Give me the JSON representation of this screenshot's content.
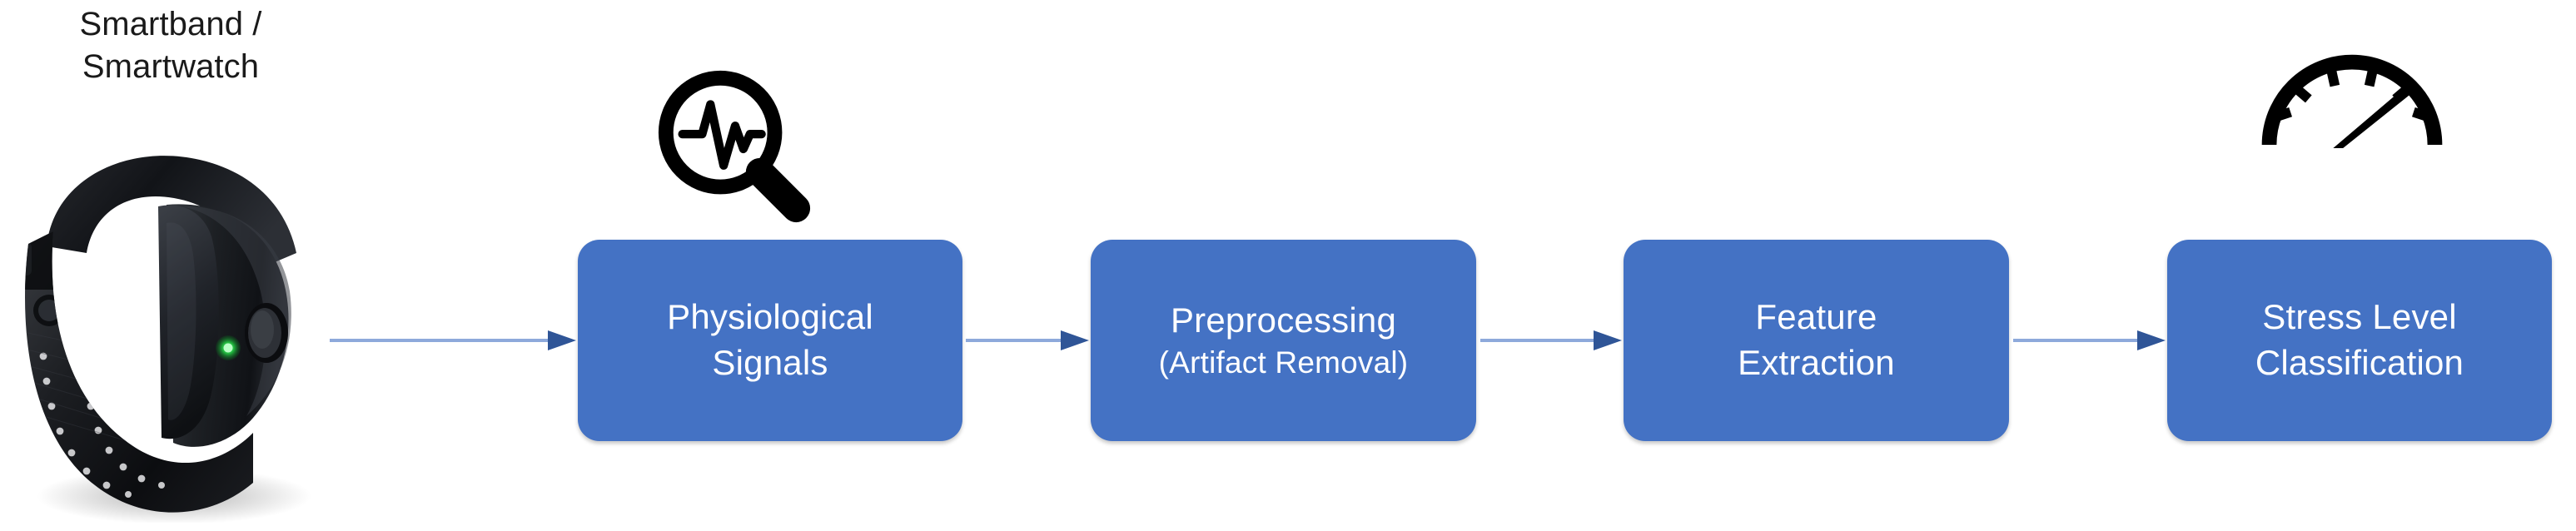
{
  "diagram": {
    "title": "Smartband / Smartwatch stress detection pipeline",
    "source": {
      "label": "Smartband /\nSmartwatch",
      "device_icon": "smartband-photo",
      "device_led_color": "#1faa3c"
    },
    "colors": {
      "box_fill": "#4472C4",
      "box_text": "#FFFFFF",
      "arrow_line": "#8EA9DB",
      "arrow_head": "#2F5597",
      "icon": "#000000",
      "background": "#FFFFFF",
      "label_text": "#1A1A1A"
    },
    "icons": [
      {
        "name": "signal-magnifier-icon",
        "depicts": "magnifying glass with ECG pulse waveform",
        "above_stage": 1
      },
      {
        "name": "gauge-icon",
        "depicts": "speedometer gauge with needle",
        "above_stage": 4
      }
    ],
    "stages": [
      {
        "id": 1,
        "label": "Physiological\nSignals",
        "line1": "Physiological",
        "line2": "Signals",
        "sub": ""
      },
      {
        "id": 2,
        "label": "Preprocessing\n(Artifact Removal)",
        "line1": "Preprocessing",
        "line2": "",
        "sub": "(Artifact Removal)"
      },
      {
        "id": 3,
        "label": "Feature\nExtraction",
        "line1": "Feature",
        "line2": "Extraction",
        "sub": ""
      },
      {
        "id": 4,
        "label": "Stress Level\nClassification",
        "line1": "Stress Level",
        "line2": "Classification",
        "sub": ""
      }
    ],
    "arrows": [
      {
        "from": "smartband",
        "to": "Physiological Signals"
      },
      {
        "from": "Physiological Signals",
        "to": "Preprocessing (Artifact Removal)"
      },
      {
        "from": "Preprocessing (Artifact Removal)",
        "to": "Feature Extraction"
      },
      {
        "from": "Feature Extraction",
        "to": "Stress Level Classification"
      }
    ]
  }
}
